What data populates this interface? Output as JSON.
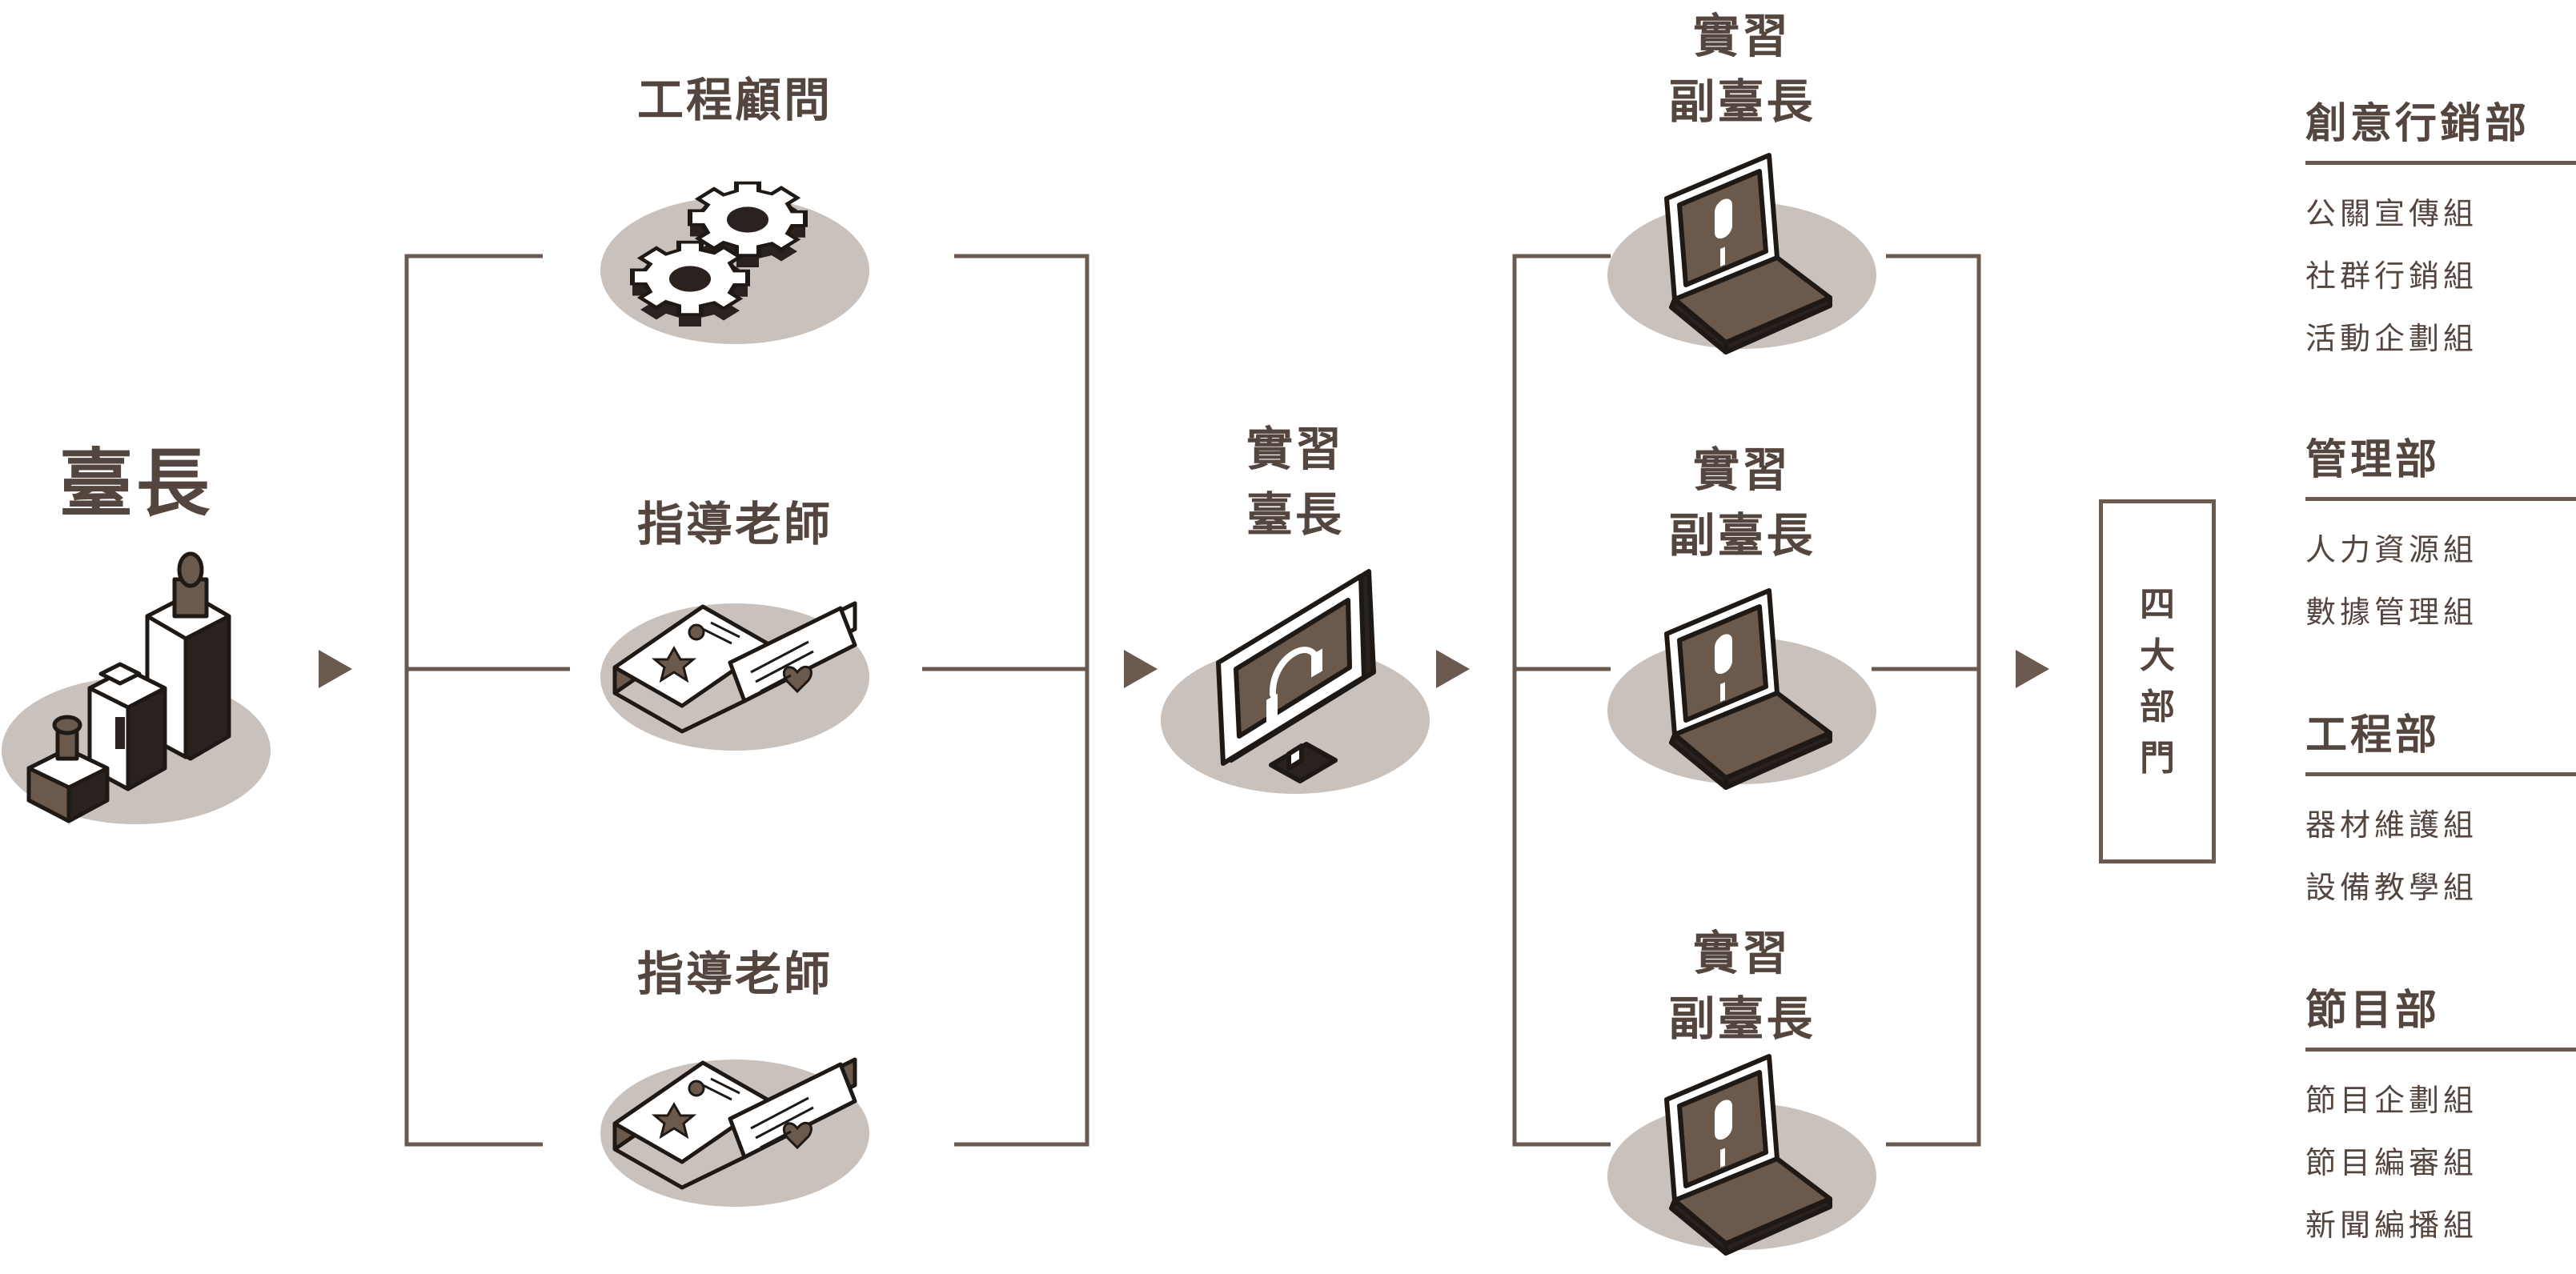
{
  "colors": {
    "line": "#6b5a4f",
    "text": "#54463f",
    "ellipse": "#c8c1bc",
    "icon_dark": "#2a221e",
    "icon_brown": "#6b594c",
    "icon_light": "#ffffff"
  },
  "chief": {
    "title": "臺長",
    "icon": "building-blocks-icon"
  },
  "level2": [
    {
      "title": "工程顧問",
      "icon": "gears-icon"
    },
    {
      "title": "指導老師",
      "icon": "open-book-icon"
    },
    {
      "title": "指導老師",
      "icon": "open-book-icon"
    }
  ],
  "intern_chief": {
    "line1": "實習",
    "line2": "臺長",
    "icon": "monitor-headphones-icon"
  },
  "deputies": [
    {
      "line1": "實習",
      "line2": "副臺長",
      "icon": "laptop-microphone-icon"
    },
    {
      "line1": "實習",
      "line2": "副臺長",
      "icon": "laptop-microphone-icon"
    },
    {
      "line1": "實習",
      "line2": "副臺長",
      "icon": "laptop-microphone-icon"
    }
  ],
  "four_departments": [
    "四",
    "大",
    "部",
    "門"
  ],
  "departments": [
    {
      "title": "創意行銷部",
      "teams": [
        "公關宣傳組",
        "社群行銷組",
        "活動企劃組"
      ]
    },
    {
      "title": "管理部",
      "teams": [
        "人力資源組",
        "數據管理組"
      ]
    },
    {
      "title": "工程部",
      "teams": [
        "器材維護組",
        "設備教學組"
      ]
    },
    {
      "title": "節目部",
      "teams": [
        "節目企劃組",
        "節目編審組",
        "新聞編播組"
      ]
    }
  ]
}
